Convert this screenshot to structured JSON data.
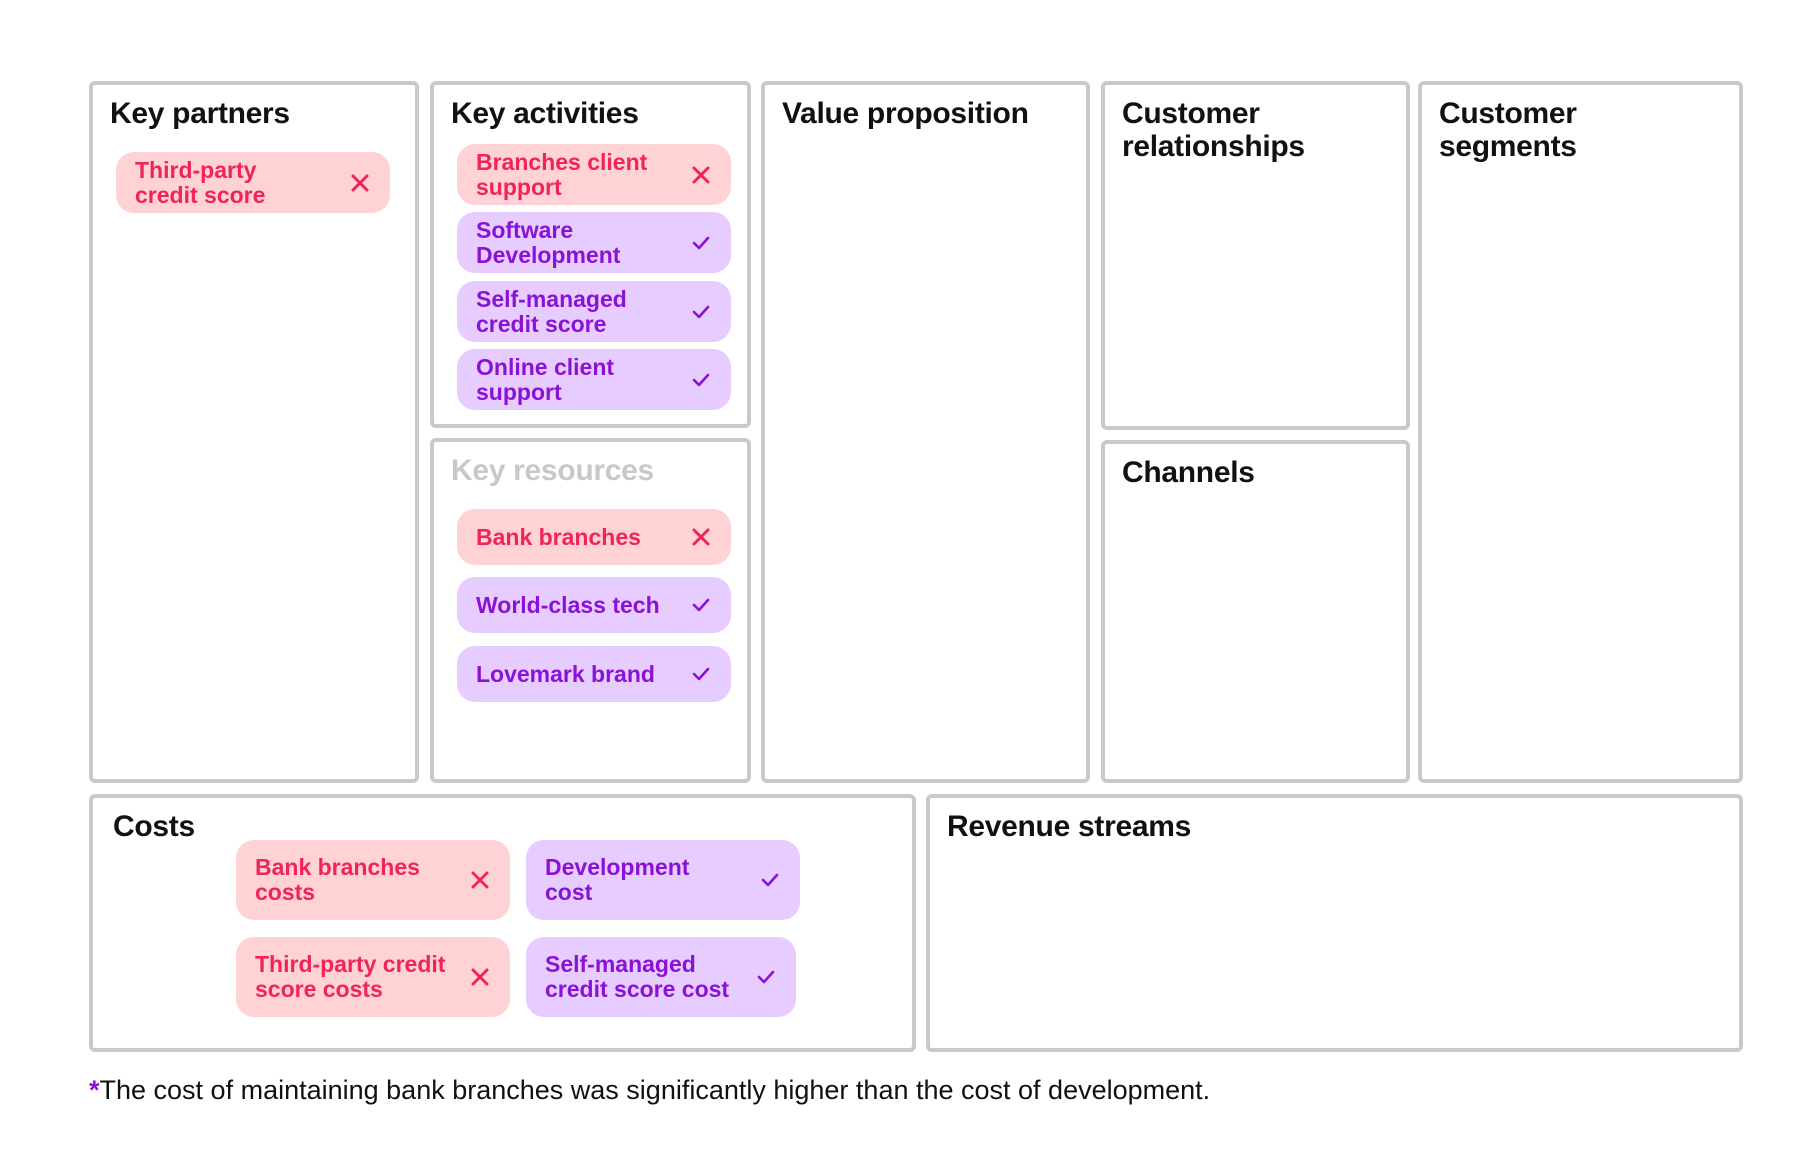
{
  "key_partners": {
    "title": "Key partners",
    "items": [
      {
        "label": "Third-party\ncredit score",
        "status": "negative",
        "icon": "close-icon"
      }
    ]
  },
  "key_activities": {
    "title": "Key activities",
    "items": [
      {
        "label": "Branches client\nsupport",
        "status": "negative",
        "icon": "close-icon"
      },
      {
        "label": "Software\nDevelopment",
        "status": "positive",
        "icon": "check-icon"
      },
      {
        "label": "Self-managed\ncredit score",
        "status": "positive",
        "icon": "check-icon"
      },
      {
        "label": "Online client\nsupport",
        "status": "positive",
        "icon": "check-icon"
      }
    ]
  },
  "key_resources": {
    "title": "Key resources",
    "items": [
      {
        "label": "Bank branches",
        "status": "negative",
        "icon": "close-icon"
      },
      {
        "label": "World-class tech",
        "status": "positive",
        "icon": "check-icon"
      },
      {
        "label": "Lovemark brand",
        "status": "positive",
        "icon": "check-icon"
      }
    ]
  },
  "value_proposition": {
    "title": "Value proposition"
  },
  "customer_relationships": {
    "title": "Customer\nrelationships"
  },
  "channels": {
    "title": "Channels"
  },
  "customer_segments": {
    "title": "Customer\nsegments"
  },
  "costs": {
    "title": "Costs",
    "items": [
      {
        "label": "Bank branches\ncosts",
        "status": "negative",
        "icon": "close-icon"
      },
      {
        "label": "Development\ncost",
        "status": "positive",
        "icon": "check-icon"
      },
      {
        "label": "Third-party credit\nscore costs",
        "status": "negative",
        "icon": "close-icon"
      },
      {
        "label": "Self-managed\ncredit score cost",
        "status": "positive",
        "icon": "check-icon"
      }
    ]
  },
  "revenue_streams": {
    "title": "Revenue streams"
  },
  "footnote": {
    "marker": "*",
    "text": "The cost of maintaining bank branches was significantly higher than the cost of development."
  },
  "colors": {
    "negative_bg": "#ffd2d6",
    "negative_text": "#f0245a",
    "positive_bg": "#e6ccff",
    "positive_text": "#8a12d6",
    "border": "#c9c9c9"
  }
}
